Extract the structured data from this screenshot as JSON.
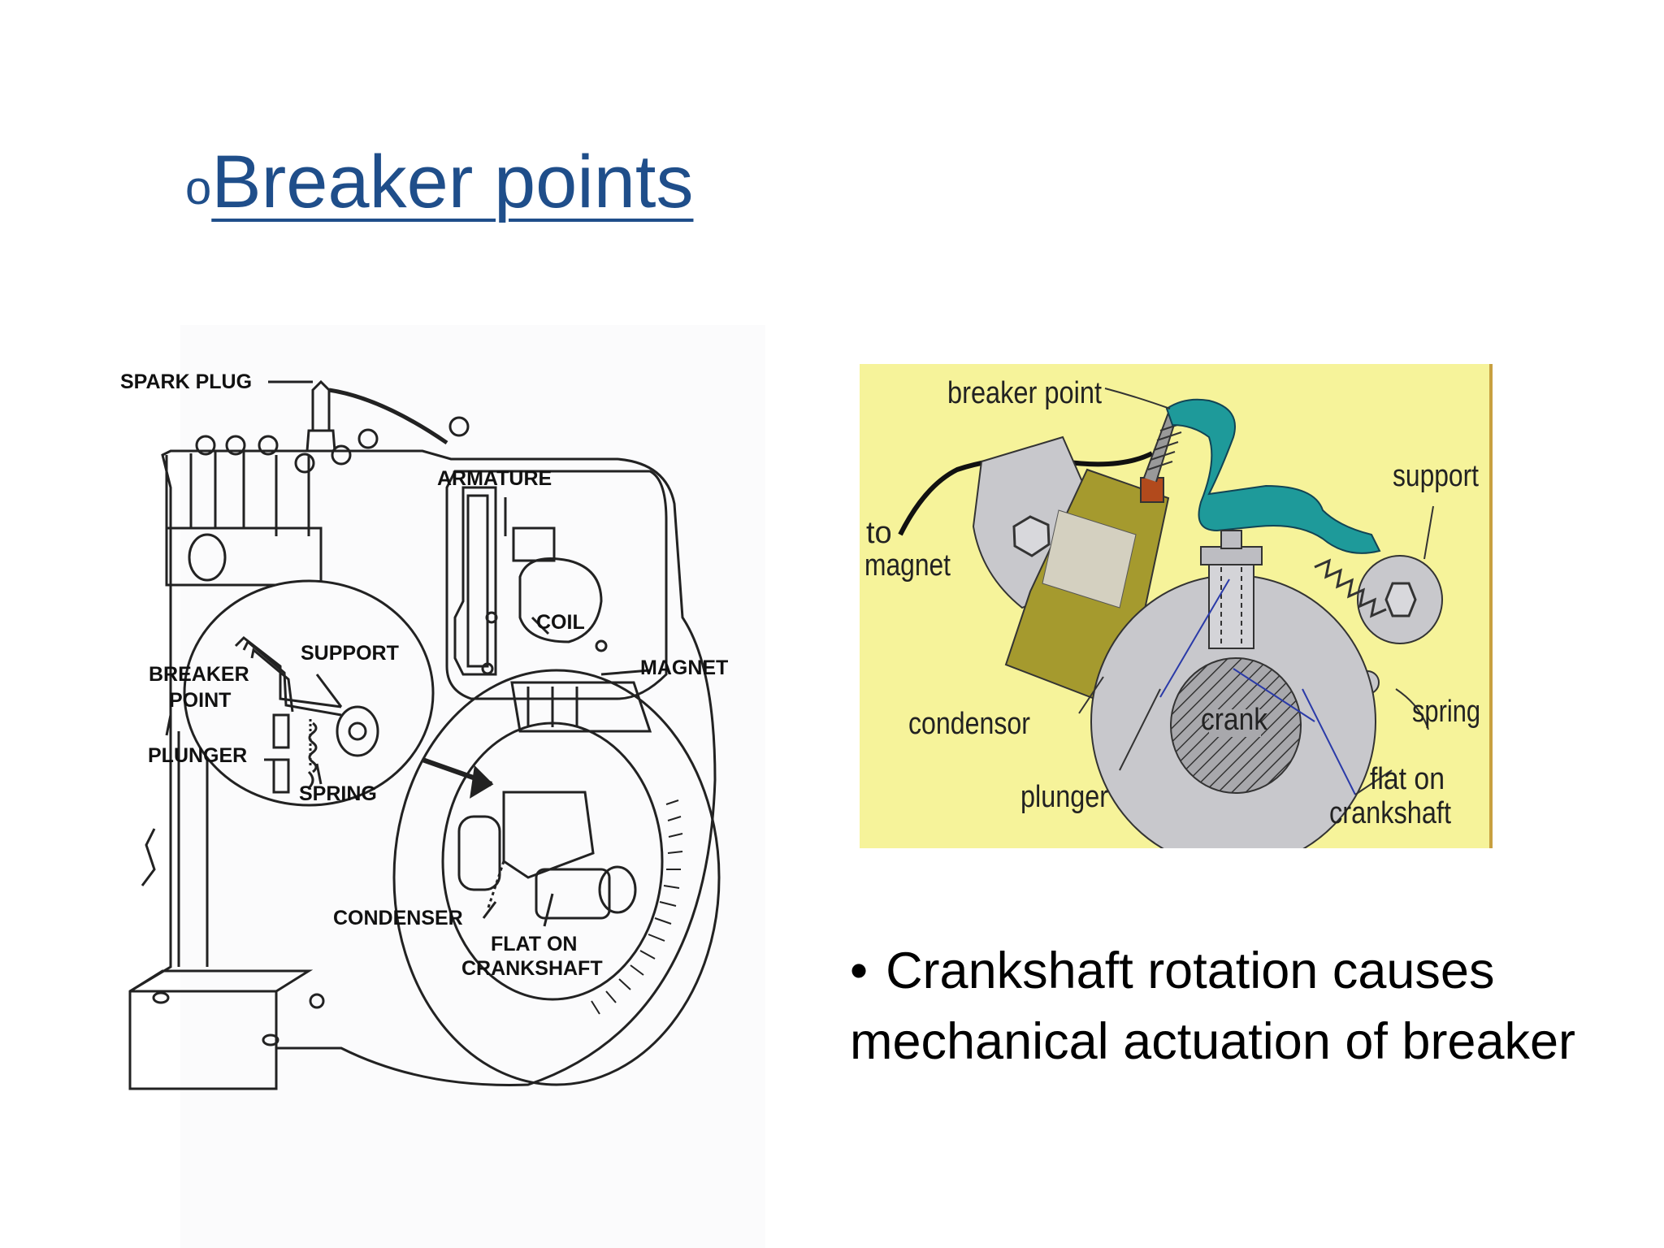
{
  "slide": {
    "title": "Breaker points",
    "title_bullet": "o",
    "bullet_text": "Crankshaft rotation causes mechanical actuation of breaker",
    "bullet_symbol": "•"
  },
  "engine_diagram": {
    "labels": {
      "spark_plug": "SPARK PLUG",
      "armature": "ARMATURE",
      "coil": "COIL",
      "support": "SUPPORT",
      "breaker": "BREAKER",
      "point": "POINT",
      "magnet": "MAGNET",
      "plunger": "PLUNGER",
      "spring": "SPRING",
      "condenser": "CONDENSER",
      "flat_on": "FLAT ON",
      "crankshaft": "CRANKSHAFT"
    }
  },
  "points_diagram": {
    "background_color": "#f6f39a",
    "labels": {
      "breaker_point": "breaker point",
      "to": "to",
      "magnet": "magnet",
      "support": "support",
      "condensor": "condensor",
      "crank": "crank",
      "spring": "spring",
      "plunger": "plunger",
      "flat_on": "flat on",
      "crankshaft": "crankshaft"
    }
  },
  "colors": {
    "title": "#1f4e8a",
    "breaker_arm": "#1e9a9a",
    "condenser": "#a59a2e",
    "metal": "#c8c8cc"
  }
}
